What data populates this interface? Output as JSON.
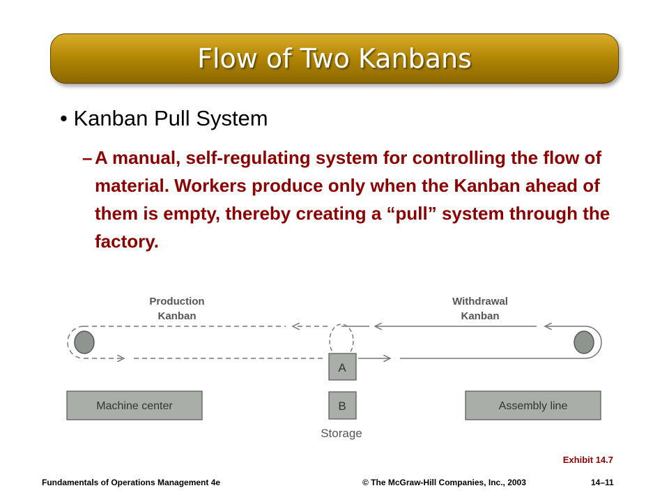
{
  "slide": {
    "title": "Flow of Two Kanbans",
    "bullet": "• Kanban Pull System",
    "sub_dash": "–",
    "sub_text": "A manual, self-regulating system for controlling the flow of material. Workers produce only when the Kanban ahead of them is empty, thereby creating a “pull” system through the factory."
  },
  "diagram": {
    "production_kanban_line1": "Production",
    "production_kanban_line2": "Kanban",
    "withdrawal_kanban_line1": "Withdrawal",
    "withdrawal_kanban_line2": "Kanban",
    "machine_center": "Machine center",
    "assembly_line": "Assembly line",
    "storage_a": "A",
    "storage_b": "B",
    "storage_label": "Storage"
  },
  "exhibit": "Exhibit 14.7",
  "footer": {
    "left": "Fundamentals of Operations Management 4e",
    "center": "© The McGraw-Hill Companies, Inc., 2003",
    "right": "14–11"
  },
  "colors": {
    "title_bar": "#b58805",
    "body_text": "#8b0000",
    "box_fill": "#a9aea9",
    "circle_fill": "#8e948e"
  }
}
